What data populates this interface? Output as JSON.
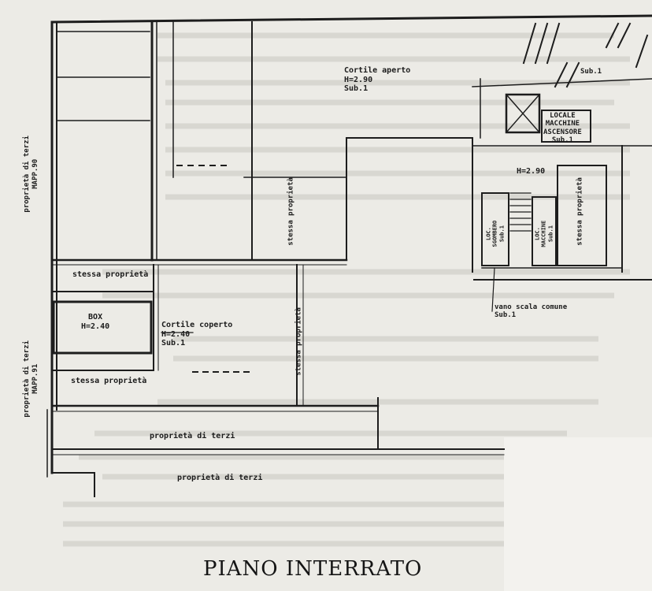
{
  "title": "PIANO INTERRATO",
  "labels": {
    "cortile_aperto": "Cortile aperto\nH=2.90\nSub.1",
    "cortile_coperto": "Cortile coperto\nH=2.40\nSub.1",
    "box": "BOX\nH=2.40",
    "stair_height": "H=2.90",
    "locale_macchine": "LOCALE\nMACCHINE\nASCENSORE\nSub.1",
    "vano_scala": "vano scala comune\nSub.1",
    "sub1_top": "Sub.1",
    "stessa_proprieta_left": "stessa proprietà",
    "stessa_proprieta_box": "stessa proprietà",
    "stessa_proprieta_center": "stessa proprietà",
    "stessa_proprieta_mid": "stessa proprietà",
    "stessa_proprieta_right": "stessa proprietà",
    "proprieta_terzi_1": "proprietà di terzi",
    "proprieta_terzi_2": "proprietà di terzi",
    "proprieta_terzi_top_left": "proprietà di terzi\nMAPP.90",
    "proprieta_terzi_bottom_left": "proprietà di terzi\nMAPP.91",
    "stair_left": "LOC.\nSGOMBERO\nSub.1",
    "stair_right": "LOC.\nMACCHINE\nSub.1"
  }
}
